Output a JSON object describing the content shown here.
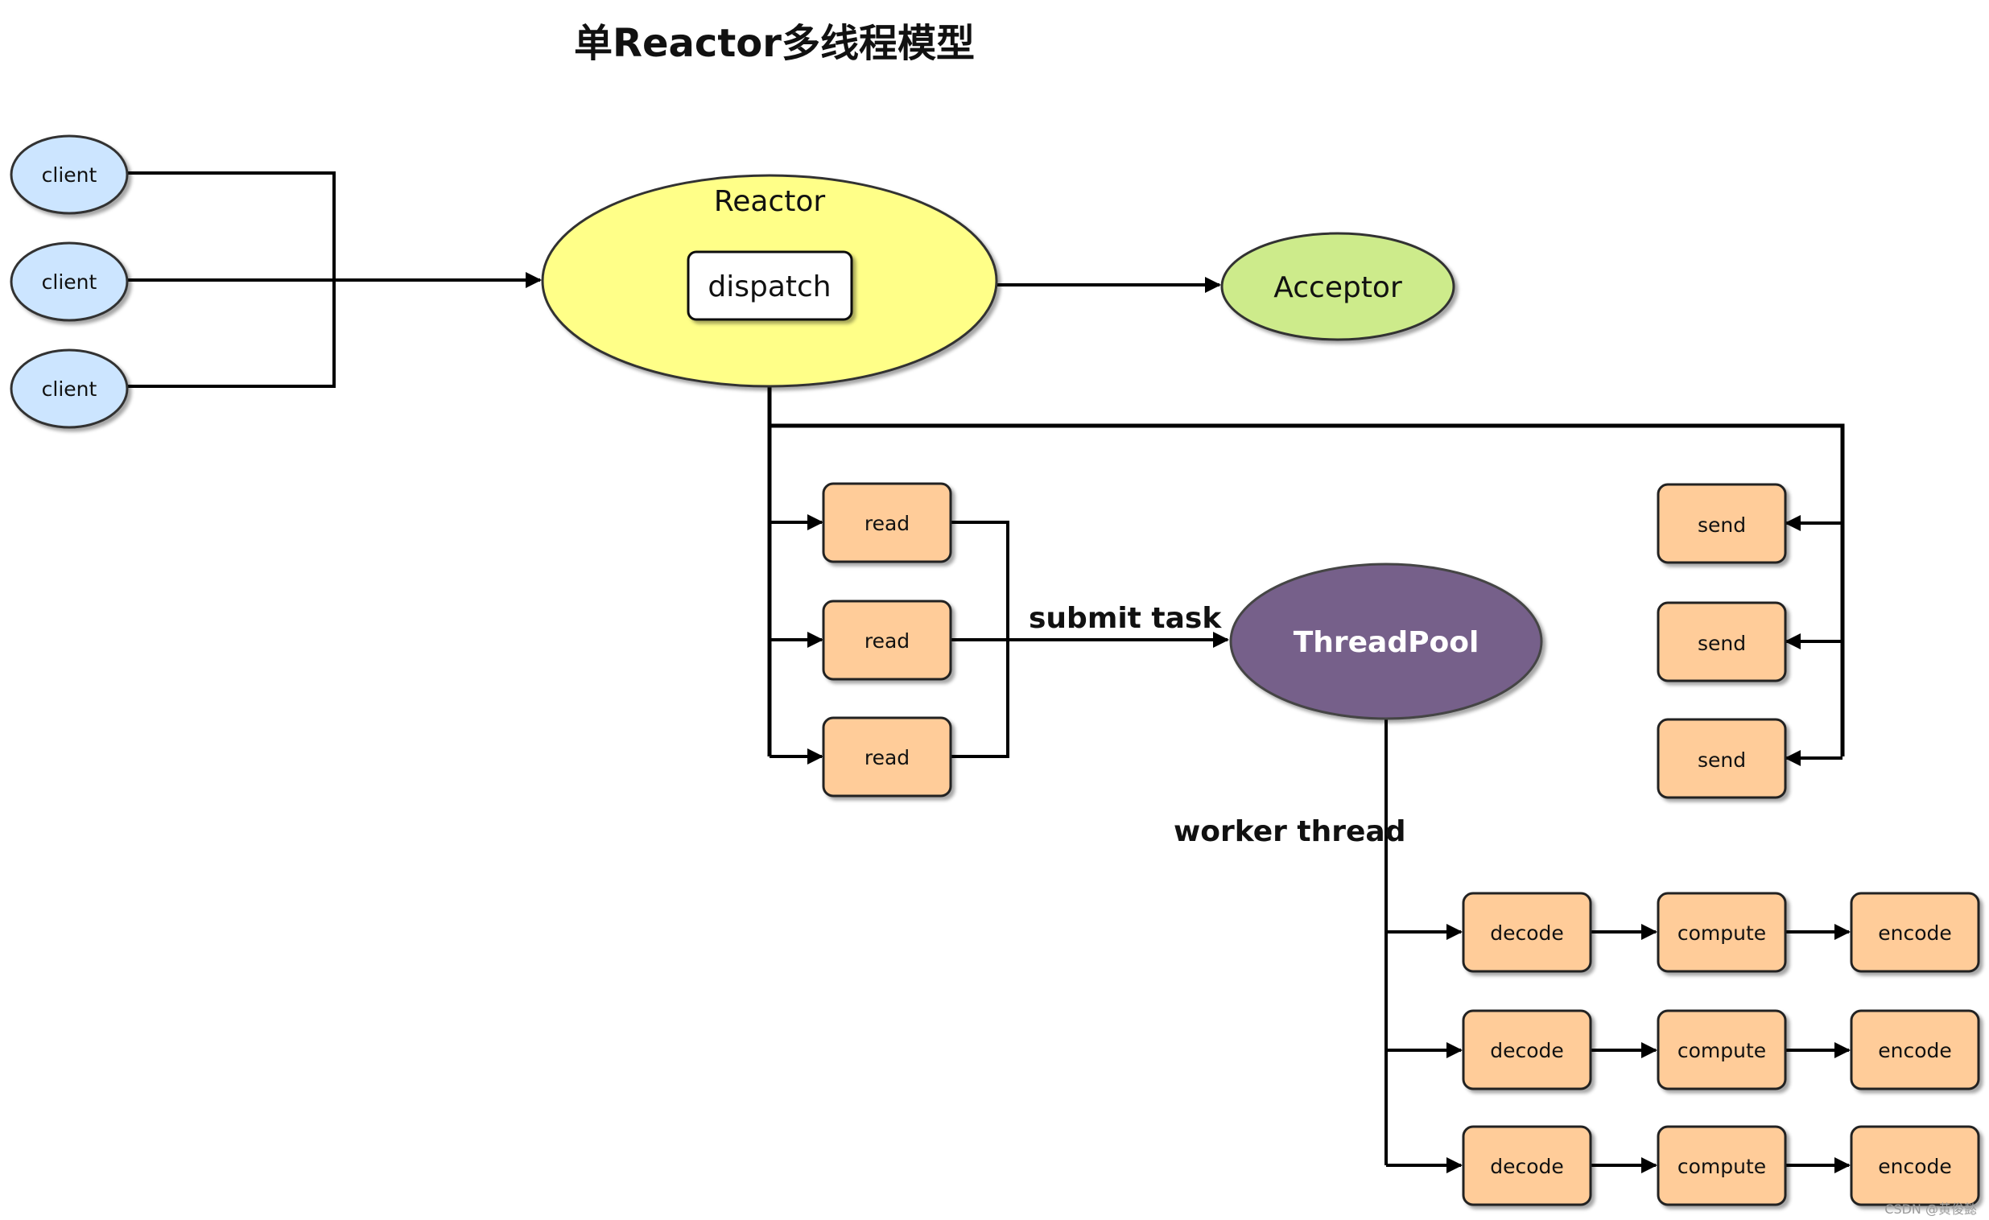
{
  "title": "单Reactor多线程模型",
  "colors": {
    "client": "#cce5ff",
    "reactor": "#ffff88",
    "acceptor": "#cdeb8b",
    "threadpool": "#76608a",
    "task": "#ffcc99",
    "dispatch": "#ffffff"
  },
  "nodes": {
    "clients": [
      "client",
      "client",
      "client"
    ],
    "reactor": "Reactor",
    "dispatch": "dispatch",
    "acceptor": "Acceptor",
    "reads": [
      "read",
      "read",
      "read"
    ],
    "sends": [
      "send",
      "send",
      "send"
    ],
    "threadpool": "ThreadPool",
    "workers": [
      {
        "decode": "decode",
        "compute": "compute",
        "encode": "encode"
      },
      {
        "decode": "decode",
        "compute": "compute",
        "encode": "encode"
      },
      {
        "decode": "decode",
        "compute": "compute",
        "encode": "encode"
      }
    ]
  },
  "labels": {
    "submit_task": "submit task",
    "worker_thread": "worker thread"
  },
  "watermark": "CSDN @黄俊懿"
}
